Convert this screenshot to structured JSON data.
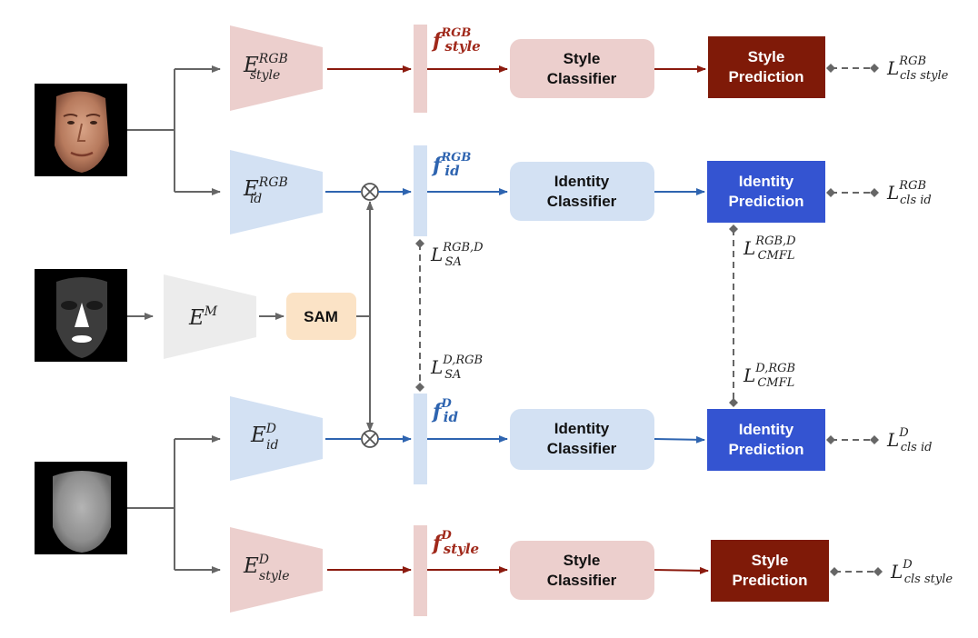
{
  "colors": {
    "style_red": "#8b1a0e",
    "style_box": "#eccfcd",
    "id_blue": "#2e64b0",
    "id_box": "#d3e1f3",
    "id_pred": "#3454d1",
    "style_pred": "#7f1a08",
    "sam_box": "#fbe3c6",
    "mask_enc": "#ececec",
    "connector": "#666666"
  },
  "inputs": {
    "rgb_face": "rgb-face-image",
    "mask_face": "mask-face-image",
    "depth_face": "depth-face-image"
  },
  "encoders": {
    "rgb_style": {
      "base": "E",
      "sup": "RGB",
      "sub": "style"
    },
    "rgb_id": {
      "base": "E",
      "sup": "RGB",
      "sub": "id"
    },
    "mask": {
      "base": "E",
      "sup": "M"
    },
    "depth_id": {
      "base": "E",
      "sup": "D",
      "sub": "id"
    },
    "depth_style": {
      "base": "E",
      "sup": "D",
      "sub": "style"
    }
  },
  "sam": {
    "label": "SAM"
  },
  "features": {
    "rgb_style": {
      "base": "f",
      "sup": "RGB",
      "sub": "style"
    },
    "rgb_id": {
      "base": "f",
      "sup": "RGB",
      "sub": "id"
    },
    "depth_id": {
      "base": "f",
      "sup": "D",
      "sub": "id"
    },
    "depth_style": {
      "base": "f",
      "sup": "D",
      "sub": "style"
    }
  },
  "classifiers": {
    "rgb_style": {
      "line1": "Style",
      "line2": "Classifier"
    },
    "rgb_id": {
      "line1": "Identity",
      "line2": "Classifier"
    },
    "depth_id": {
      "line1": "Identity",
      "line2": "Classifier"
    },
    "depth_style": {
      "line1": "Style",
      "line2": "Classifier"
    }
  },
  "predictions": {
    "rgb_style": {
      "line1": "Style",
      "line2": "Prediction"
    },
    "rgb_id": {
      "line1": "Identity",
      "line2": "Prediction"
    },
    "depth_id": {
      "line1": "Identity",
      "line2": "Prediction"
    },
    "depth_style": {
      "line1": "Style",
      "line2": "Prediction"
    }
  },
  "losses": {
    "cls_style_rgb": {
      "base": "L",
      "sup": "RGB",
      "sub": "cls style"
    },
    "cls_id_rgb": {
      "base": "L",
      "sup": "RGB",
      "sub": "cls id"
    },
    "cls_id_d": {
      "base": "L",
      "sup": "D",
      "sub": "cls id"
    },
    "cls_style_d": {
      "base": "L",
      "sup": "D",
      "sub": "cls style"
    },
    "sa_rgb_d": {
      "base": "L",
      "sup": "RGB,D",
      "sub": "SA"
    },
    "sa_d_rgb": {
      "base": "L",
      "sup": "D,RGB",
      "sub": "SA"
    },
    "cmfl_rgb_d": {
      "base": "L",
      "sup": "RGB,D",
      "sub": "CMFL"
    },
    "cmfl_d_rgb": {
      "base": "L",
      "sup": "D,RGB",
      "sub": "CMFL"
    }
  },
  "operators": {
    "multiply": "⊗"
  }
}
